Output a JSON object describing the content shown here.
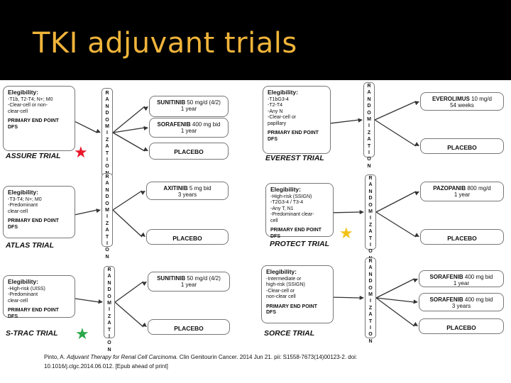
{
  "slide": {
    "title": "TKI adjuvant trials"
  },
  "colors": {
    "title": "#f0b43a",
    "star_red": "#e8172b",
    "star_yellow": "#f2c21b",
    "star_green": "#2aa84a"
  },
  "randomization_letters": [
    "R",
    "A",
    "N",
    "D",
    "O",
    "M",
    "I",
    "Z",
    "A",
    "T",
    "I",
    "O",
    "N"
  ],
  "trials": [
    {
      "name": "ASSURE TRIAL",
      "eligibility_header": "Elegibility:",
      "eligibility": [
        "-T1b, T2-T4; N+; M0",
        "-Clear-cell or non-",
        "clear-cell"
      ],
      "end_point": [
        "PRIMARY END POINT",
        "DFS"
      ],
      "arms": [
        {
          "drug": "SUNITINIB",
          "dose": " 50 mg/d (4/2)",
          "duration": "1 year"
        },
        {
          "drug": "SORAFENIB",
          "dose": " 400 mg bid",
          "duration": "1 year"
        },
        {
          "drug": "PLACEBO",
          "dose": "",
          "duration": ""
        }
      ],
      "star": "red-star-icon"
    },
    {
      "name": "EVEREST TRIAL",
      "eligibility_header": "Elegibility:",
      "eligibility": [
        "-T1bG3-4",
        "-T2-T4",
        "-Any N",
        "-Clear-cell or",
        "papillary"
      ],
      "end_point": [
        "PRIMARY END POINT",
        "DFS"
      ],
      "arms": [
        {
          "drug": "EVEROLIMUS",
          "dose": " 10 mg/d",
          "duration": "54 weeks"
        },
        {
          "drug": "PLACEBO",
          "dose": "",
          "duration": ""
        }
      ],
      "star": ""
    },
    {
      "name": "ATLAS TRIAL",
      "eligibility_header": "Elegibility:",
      "eligibility": [
        "-T3-T4; N+; M0",
        "-Predominant",
        "clear-cell"
      ],
      "end_point": [
        "PRIMARY END POINT",
        "DFS"
      ],
      "arms": [
        {
          "drug": "AXITINIB",
          "dose": " 5 mg bid",
          "duration": "3 years"
        },
        {
          "drug": "PLACEBO",
          "dose": "",
          "duration": ""
        }
      ],
      "star": ""
    },
    {
      "name": "PROTECT TRIAL",
      "eligibility_header": "Elegibility:",
      "eligibility": [
        "-High-risk (SSIGN)",
        "-T2G3-4 / T3-4",
        "-Any T, N1",
        "-Predominant clear-",
        "cell"
      ],
      "end_point": [
        "PRIMARY END POINT",
        "DFS"
      ],
      "arms": [
        {
          "drug": "PAZOPANIB",
          "dose": " 800 mg/d",
          "duration": "1 year"
        },
        {
          "drug": "PLACEBO",
          "dose": "",
          "duration": ""
        }
      ],
      "star": "yellow-star-icon"
    },
    {
      "name": "S-TRAC TRIAL",
      "eligibility_header": "Elegibility:",
      "eligibility": [
        "-High-risk (UISS)",
        "-Predominant",
        "clear-cell"
      ],
      "end_point": [
        "PRIMARY END POINT",
        "DFS"
      ],
      "arms": [
        {
          "drug": "SUNITINIB",
          "dose": " 50 mg/d (4/2)",
          "duration": "1 year"
        },
        {
          "drug": "PLACEBO",
          "dose": "",
          "duration": ""
        }
      ],
      "star": "green-star-icon"
    },
    {
      "name": "SORCE TRIAL",
      "eligibility_header": "Elegibility:",
      "eligibility": [
        "-Intermediate or",
        "high-risk (SSIGN)",
        "-Clear-cell or",
        "non-clear cell"
      ],
      "end_point": [
        "PRIMARY END POINT",
        "DFS"
      ],
      "arms": [
        {
          "drug": "SORAFENIB",
          "dose": " 400 mg bid",
          "duration": "1 year"
        },
        {
          "drug": "SORAFENIB",
          "dose": " 400 mg bid",
          "duration": "3 years"
        },
        {
          "drug": "PLACEBO",
          "dose": "",
          "duration": ""
        }
      ],
      "star": ""
    }
  ],
  "citation": {
    "authors": "Pinto, A. ",
    "title": "Adjuvant Therapy for Renal Cell Carcinoma.",
    "rest": " Clin Genitourin Cancer. 2014 Jun 21. pii: S1558-7673(14)00123-2. doi:",
    "line2": "10.1016/j.clgc.2014.06.012. [Epub ahead of print]"
  }
}
